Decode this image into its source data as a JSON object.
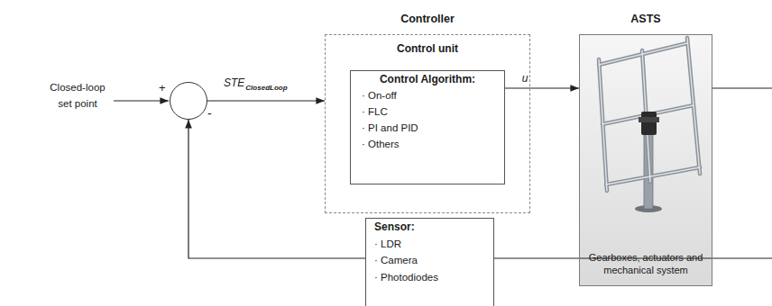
{
  "diagram": {
    "nodes": [
      {
        "text": [
          "+",
          "-"
        ]
      },
      {
        "text": [
          "Controller",
          "Control unit"
        ]
      },
      {
        "text": [
          "Control Algorithm:",
          "· On-off",
          "· FLC",
          "· PI and PID",
          "· Others"
        ],
        "in": 1
      },
      {
        "text": [
          "ASTS",
          "Gearboxes, actuators and mechanical system"
        ]
      },
      {
        "text": [
          "Sensor:",
          "· LDR",
          "· Camera",
          "· Photodiodes"
        ]
      }
    ],
    "edges": [
      {
        "from": 0,
        "to": 1,
        "arrow": "to"
      },
      {
        "from": 2,
        "to": 3,
        "label": "u",
        "arrow": "to"
      },
      {
        "from": 4,
        "to": 0,
        "arrow": "to"
      }
    ],
    "labels": [
      "Closed-loop set point",
      "STE",
      "ClosedLoop"
    ]
  }
}
